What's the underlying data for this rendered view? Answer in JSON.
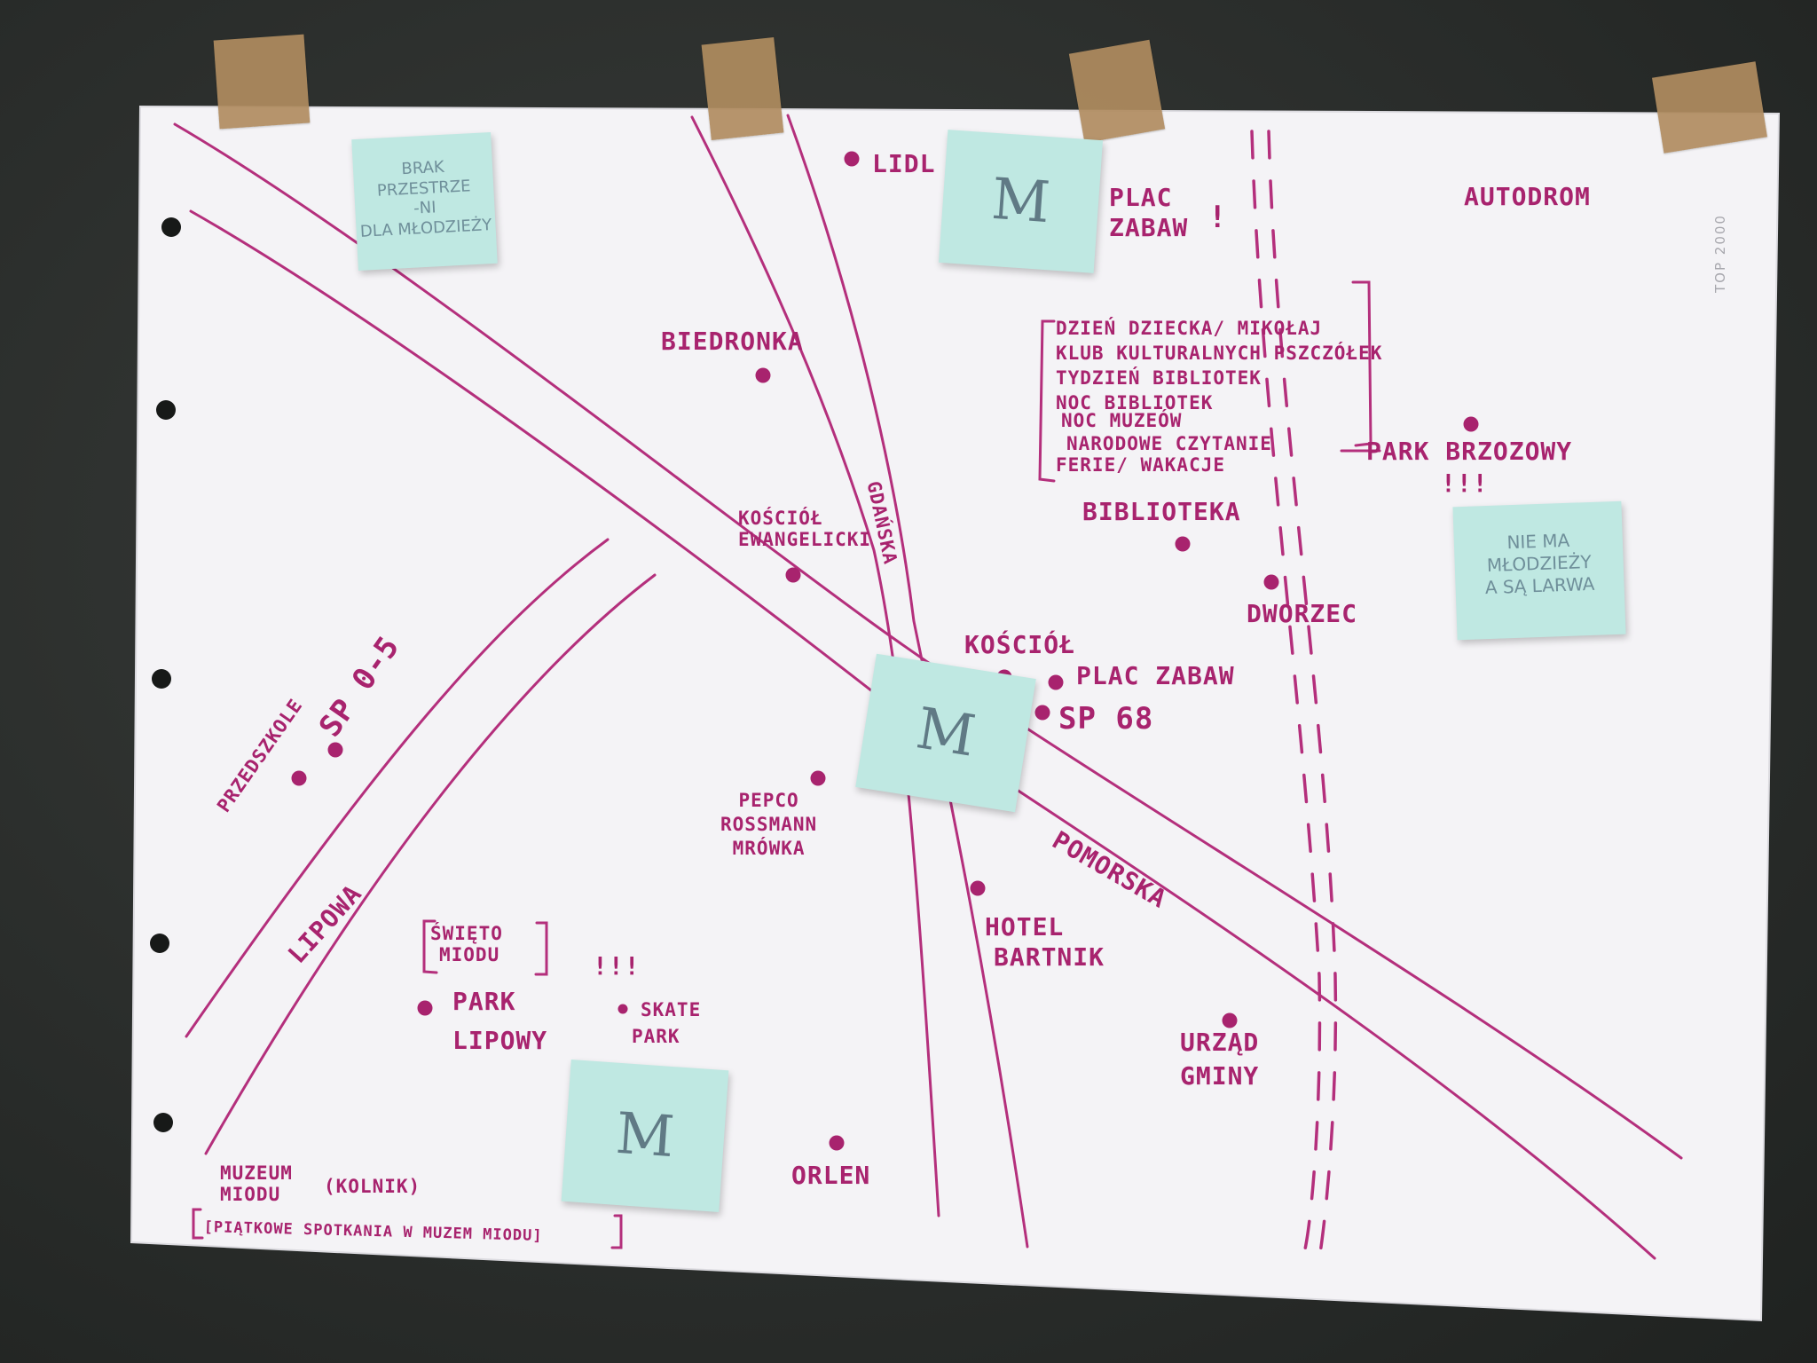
{
  "streets": {
    "lipowa": "LIPOWA",
    "gdanska": "GDAŃSKA",
    "pomorska": "POMORSKA"
  },
  "places": {
    "lidl": "LIDL",
    "plac_zabaw_top": [
      "PLAC",
      "ZABAW"
    ],
    "plac_zabaw_top_mark": "!",
    "autodrom": "AUTODROM",
    "biedronka": "BIEDRONKA",
    "biblioteka": "BIBLIOTEKA",
    "park_brzozowy": "PARK BRZOZOWY",
    "park_brzozowy_mark": "!!!",
    "kosciol_ewangelicki": [
      "KOŚCIÓŁ",
      "EWANGELICKI"
    ],
    "dworzec": "DWORZEC",
    "kosciol": "KOŚCIÓŁ",
    "plac_zabaw_center": "PLAC ZABAW",
    "sp68": "SP 68",
    "przedszkole": "PRZEDSZKOLE",
    "sp05": "SP 0-5",
    "pepco": [
      "PEPCO",
      "ROSSMANN",
      "MRÓWKA"
    ],
    "hotel": [
      "HOTEL",
      "BARTNIK"
    ],
    "swieto_miodu": [
      "ŚWIĘTO",
      "MIODU"
    ],
    "park_lipowy": [
      "PARK",
      "LIPOWY"
    ],
    "skate_mark": "!!!",
    "skate_park": [
      "SKATE",
      "PARK"
    ],
    "urzad_gminy": [
      "URZĄD",
      "GMINY"
    ],
    "orlen": "ORLEN",
    "muzeum": [
      "MUZEUM",
      "MIODU"
    ],
    "kolnik": "(KOLNIK)",
    "muzeum_note": "[PIĄTKOWE SPOTKANIA W MUZEM MIODU]"
  },
  "events_list": [
    "DZIEŃ DZIECKA/ MIKOŁAJ",
    "KLUB KULTURALNYCH PSZCZÓŁEK",
    "TYDZIEŃ BIBLIOTEK",
    "NOC BIBLIOTEK",
    "NOC MUZEÓW",
    "NARODOWE CZYTANIE",
    "FERIE/ WAKACJE"
  ],
  "sticky_notes": {
    "brak": "BRAK\nPRZESTRZE\n-NI\nDLA MŁODZIEŻY",
    "nie_ma": "NIE MA\nMŁODZIEŻY\nA SĄ LARWA",
    "m_top": "M",
    "m_center": "M",
    "m_bottom": "M"
  },
  "brand_mark": "TOP 2000",
  "colors": {
    "marker": "#a8236e",
    "sticky": "#bfe8e2",
    "paper": "#f4f3f6",
    "background": "#2b2e2c",
    "tape": "#b08c5f"
  }
}
